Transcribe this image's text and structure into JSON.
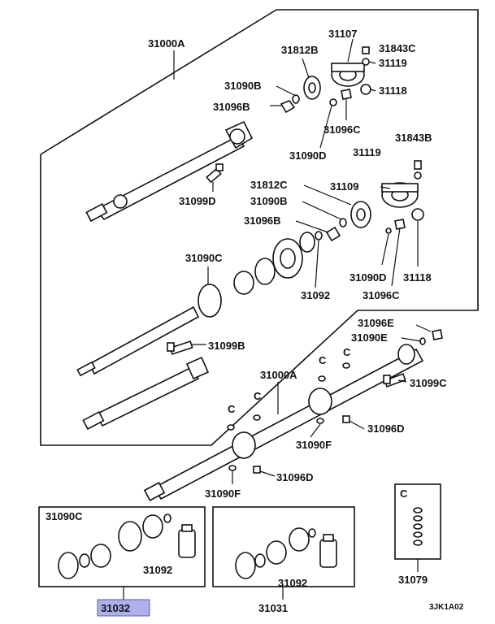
{
  "labels": {
    "l31000A_top": "31000A",
    "l31107": "31107",
    "l31843C": "31843C",
    "l31812B": "31812B",
    "l31119_top": "31119",
    "l31090B_top": "31090B",
    "l31118_top": "31118",
    "l31096B_top": "31096B",
    "l31096C_top": "31096C",
    "l31843B": "31843B",
    "l31090D_top": "31090D",
    "l31119_mid": "31119",
    "l31099D": "31099D",
    "l31812C": "31812C",
    "l31109": "31109",
    "l31090B_mid": "31090B",
    "l31096B_mid": "31096B",
    "l31090C_mid": "31090C",
    "l31090D_mid": "31090D",
    "l31118_mid": "31118",
    "l31092_mid": "31092",
    "l31096C_mid": "31096C",
    "l31099B": "31099B",
    "l31096E": "31096E",
    "l31090E": "31090E",
    "l31000A_low": "31000A",
    "l31099C": "31099C",
    "l31096D_right": "31096D",
    "l31090F_right": "31090F",
    "l31096D_low": "31096D",
    "l31090F_low": "31090F",
    "lC1": "C",
    "lC2": "C",
    "lC3": "C",
    "lC4": "C",
    "lC5": "C",
    "lC6": "C",
    "lC_box": "C",
    "l31090C_box": "31090C",
    "l31092_box1": "31092",
    "l31092_box2": "31092",
    "l31032": "31032",
    "l31031": "31031",
    "l31079": "31079",
    "code": "3JK1A02"
  },
  "colors": {
    "highlight": "#aeb0ec",
    "ink": "#111111"
  }
}
